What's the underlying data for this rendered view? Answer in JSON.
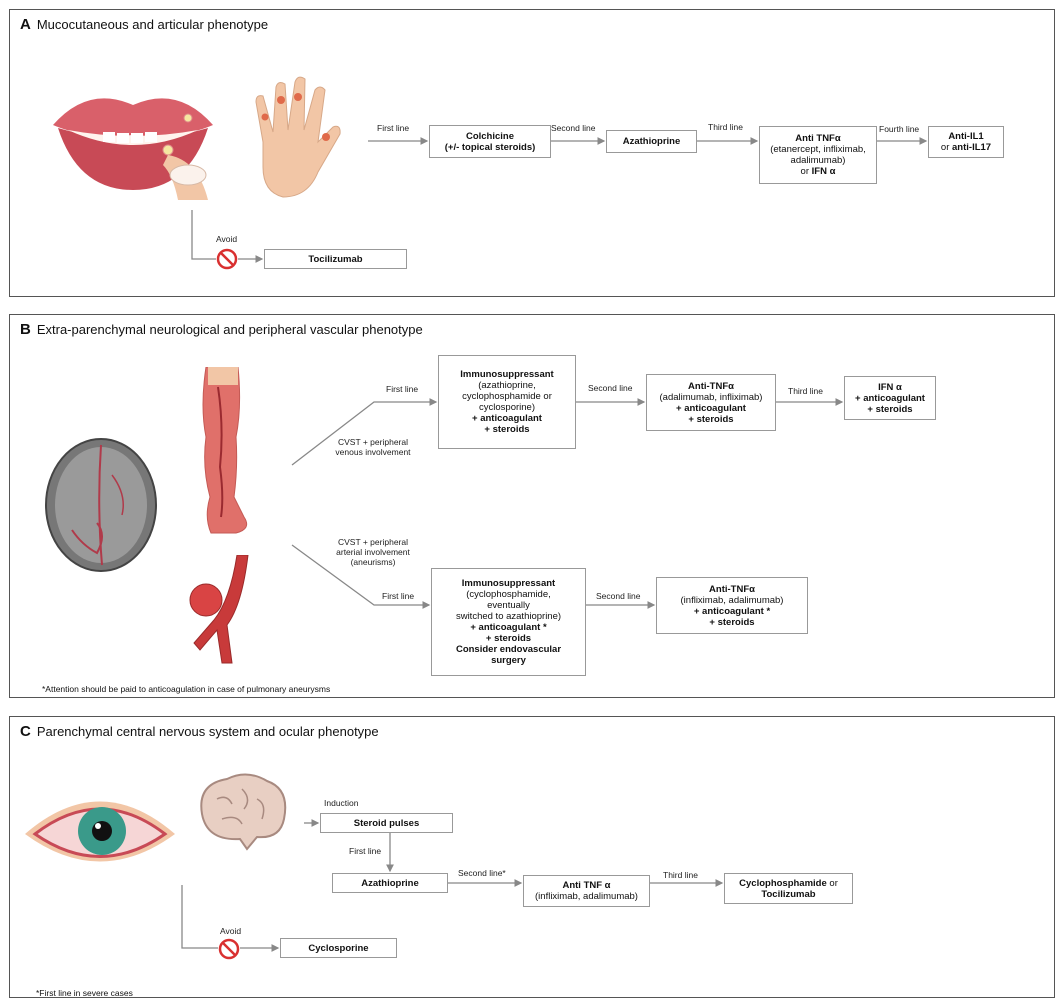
{
  "panelA": {
    "letter": "A",
    "title": "Mucocutaneous and articular phenotype",
    "labels": {
      "first_line": "First line",
      "second_line": "Second line",
      "third_line": "Third line",
      "fourth_line": "Fourth line",
      "avoid": "Avoid"
    },
    "boxes": {
      "colchicine": [
        "Colchicine",
        "(+/- topical steroids)"
      ],
      "azathioprine": "Azathioprine",
      "anti_tnf": [
        "Anti TNFα",
        "(etanercept, infliximab,",
        "adalimumab)",
        "or ",
        "IFN α"
      ],
      "anti_il": [
        "Anti-IL1",
        "or ",
        "anti-IL17"
      ],
      "tocilizumab": "Tocilizumab"
    }
  },
  "panelB": {
    "letter": "B",
    "title": "Extra-parenchymal neurological and peripheral vascular phenotype",
    "labels": {
      "first_line_1": "First line",
      "second_line_1": "Second line",
      "third_line_1": "Third line",
      "venous": "CVST  + peripheral venous involvement",
      "arterial": "CVST  + peripheral arterial involvement (aneurisms)",
      "first_line_2": "First line",
      "second_line_2": "Second line"
    },
    "boxes": {
      "immuno1": [
        "Immunosuppressant",
        "(azathioprine,",
        "cyclophosphamide or",
        "cyclosporine)",
        "+ anticoagulant",
        "+ steroids"
      ],
      "antitnf1": [
        "Anti-TNFα",
        "(adalimumab, infliximab)",
        "+ anticoagulant",
        "+ steroids"
      ],
      "ifn": [
        "IFN α",
        "+ anticoagulant",
        "+ steroids"
      ],
      "immuno2": [
        "Immunosuppressant",
        "(cyclophosphamide,",
        "eventually",
        "switched to azathioprine)",
        "+ anticoagulant *",
        "+ steroids",
        "Consider endovascular",
        "surgery"
      ],
      "antitnf2": [
        "Anti-TNFα",
        "(infliximab, adalimumab)",
        "+ anticoagulant *",
        "+ steroids"
      ]
    },
    "footnote": "*Attention should be paid to anticoagulation in case of pulmonary aneurysms"
  },
  "panelC": {
    "letter": "C",
    "title": "Parenchymal central nervous system and ocular phenotype",
    "labels": {
      "induction": "Induction",
      "first_line": "First line",
      "second_line": "Second line*",
      "third_line": "Third line",
      "avoid": "Avoid"
    },
    "boxes": {
      "steroid": "Steroid pulses",
      "azathioprine": "Azathioprine",
      "anti_tnf": [
        "Anti TNF α",
        "(infliximab, adalimumab)"
      ],
      "cyclo": [
        "Cyclophosphamide",
        " or",
        "Tocilizumab"
      ],
      "cyclosporine": "Cyclosporine"
    },
    "footnote": "*First line in severe cases"
  },
  "colors": {
    "line": "#888888",
    "avoid_red": "#d93030",
    "skin": "#f2c6a6",
    "lip": "#d9606a",
    "brain": "#e8cfc3",
    "eye_iris": "#3a9a8a"
  },
  "icons": [
    "lips-illustration",
    "hand-illustration",
    "skull-illustration",
    "leg-illustration",
    "artery-aneurysm-illustration",
    "eye-illustration",
    "brain-illustration",
    "avoid-icon"
  ]
}
